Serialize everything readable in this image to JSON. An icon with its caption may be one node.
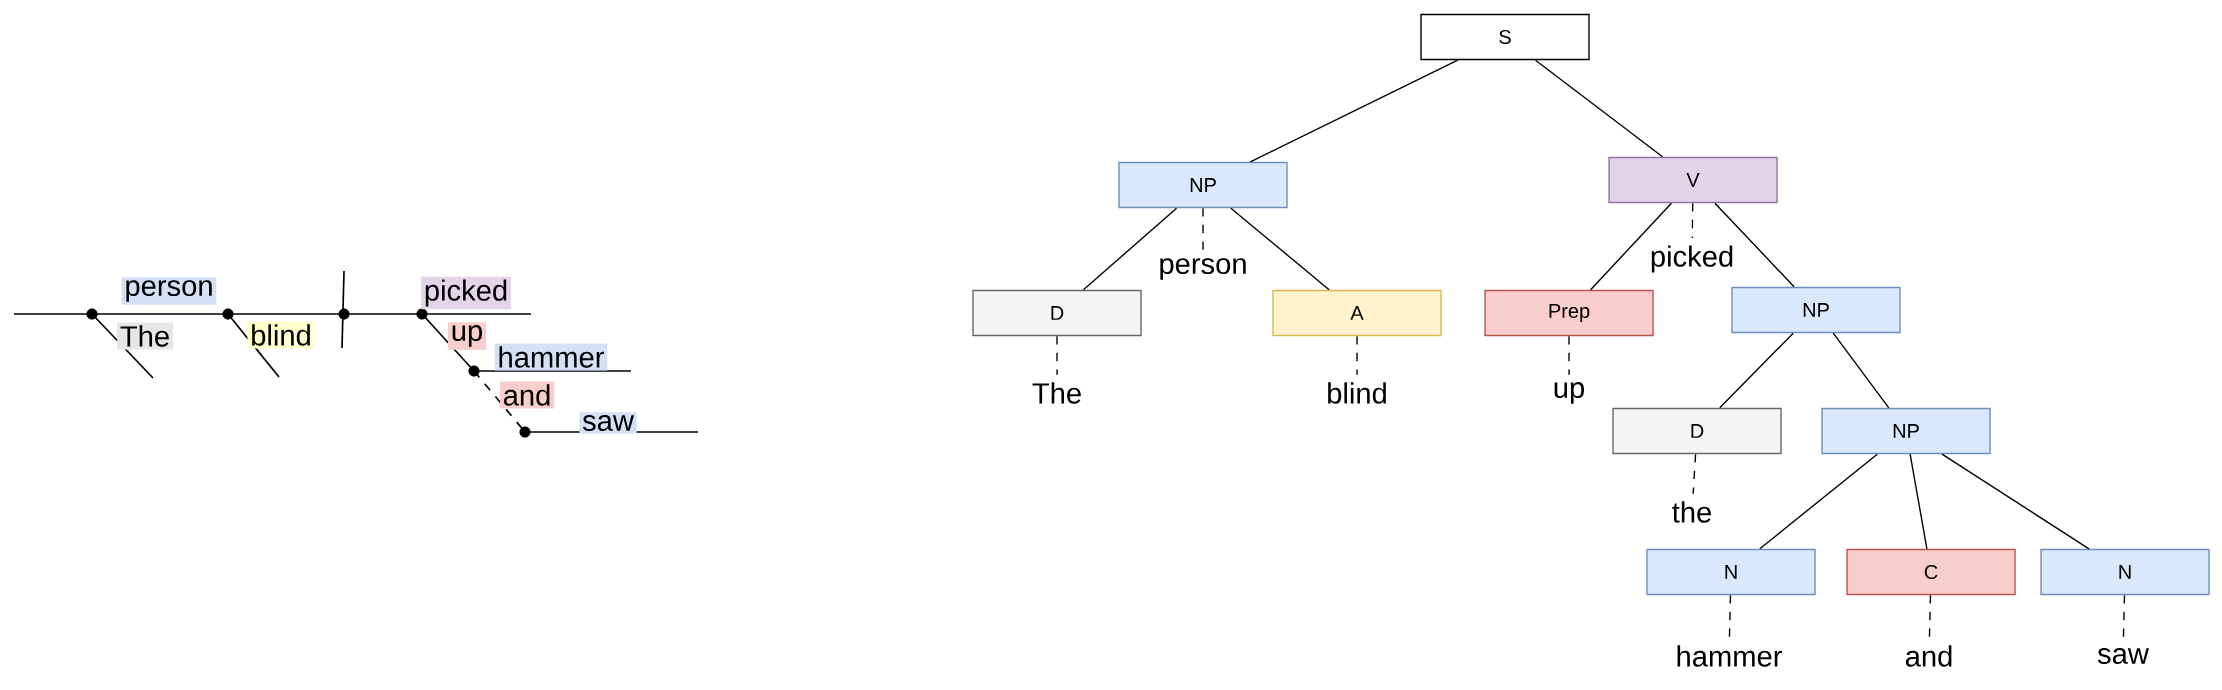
{
  "diagram": {
    "nodes": [
      {
        "text": [
          "person"
        ]
      },
      {
        "text": [
          "The"
        ]
      },
      {
        "text": [
          "blind"
        ]
      },
      {
        "text": [
          "picked"
        ]
      },
      {
        "text": [
          "up"
        ]
      },
      {
        "text": [
          "hammer"
        ]
      },
      {
        "text": [
          "and"
        ]
      },
      {
        "text": [
          "saw"
        ]
      },
      {
        "text": [
          "S"
        ]
      },
      {
        "text": [
          "NP"
        ]
      },
      {
        "text": [
          "V"
        ]
      },
      {
        "text": [
          "picked"
        ]
      },
      {
        "text": [
          "person"
        ]
      },
      {
        "text": [
          "D"
        ]
      },
      {
        "text": [
          "A"
        ]
      },
      {
        "text": [
          "Prep"
        ]
      },
      {
        "text": [
          "NP"
        ]
      },
      {
        "text": [
          "The"
        ]
      },
      {
        "text": [
          "blind"
        ]
      },
      {
        "text": [
          "up"
        ]
      },
      {
        "text": [
          "D"
        ]
      },
      {
        "text": [
          "NP"
        ]
      },
      {
        "text": [
          "the"
        ]
      },
      {
        "text": [
          "N"
        ]
      },
      {
        "text": [
          "C"
        ]
      },
      {
        "text": [
          "N"
        ]
      },
      {
        "text": [
          "hammer"
        ]
      },
      {
        "text": [
          "and"
        ]
      },
      {
        "text": [
          "saw"
        ]
      }
    ],
    "edges": [
      {
        "from": 8,
        "to": 9,
        "arrow": "none"
      },
      {
        "from": 8,
        "to": 10,
        "arrow": "none"
      },
      {
        "from": 9,
        "to": 12,
        "arrow": "none",
        "style": "dashed"
      },
      {
        "from": 9,
        "to": 13,
        "arrow": "none"
      },
      {
        "from": 9,
        "to": 14,
        "arrow": "none"
      },
      {
        "from": 10,
        "to": 11,
        "arrow": "none",
        "style": "dashed"
      },
      {
        "from": 10,
        "to": 15,
        "arrow": "none"
      },
      {
        "from": 10,
        "to": 16,
        "arrow": "none"
      },
      {
        "from": 13,
        "to": 17,
        "arrow": "none",
        "style": "dashed"
      },
      {
        "from": 14,
        "to": 18,
        "arrow": "none",
        "style": "dashed"
      },
      {
        "from": 15,
        "to": 19,
        "arrow": "none",
        "style": "dashed"
      },
      {
        "from": 16,
        "to": 20,
        "arrow": "none"
      },
      {
        "from": 16,
        "to": 21,
        "arrow": "none"
      },
      {
        "from": 20,
        "to": 22,
        "arrow": "none",
        "style": "dashed"
      },
      {
        "from": 21,
        "to": 23,
        "arrow": "none"
      },
      {
        "from": 21,
        "to": 24,
        "arrow": "none"
      },
      {
        "from": 21,
        "to": 25,
        "arrow": "none"
      },
      {
        "from": 23,
        "to": 26,
        "arrow": "none",
        "style": "dashed"
      },
      {
        "from": 24,
        "to": 27,
        "arrow": "none",
        "style": "dashed"
      },
      {
        "from": 25,
        "to": 28,
        "arrow": "none",
        "style": "dashed"
      }
    ]
  }
}
